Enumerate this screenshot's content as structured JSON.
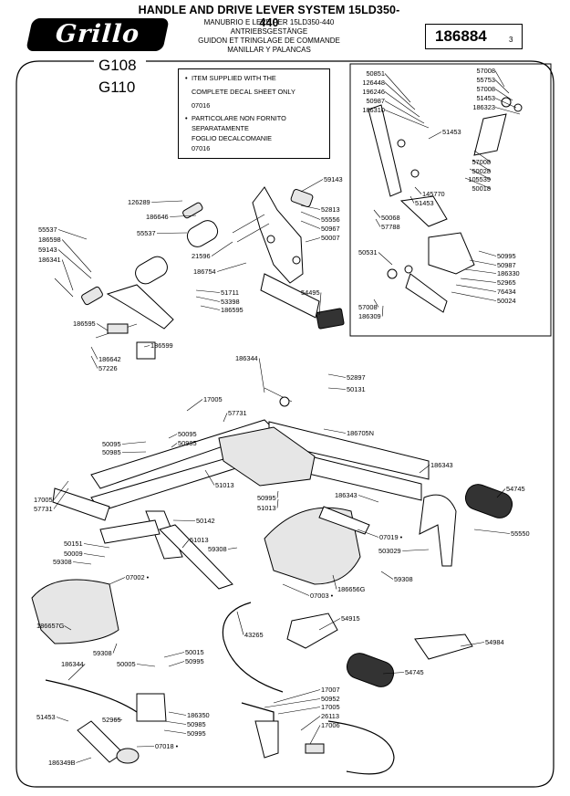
{
  "header": {
    "title": "HANDLE AND DRIVE LEVER SYSTEM 15LD350-440",
    "subtitles": [
      "MANUBRIO E LEVE PER 15LD350-440",
      "ANTRIEBSGESTÄNGE",
      "GUIDON ET TRINGLAGE DE COMMANDE",
      "MANILLAR Y PALANCAS"
    ],
    "brand": "Grillo",
    "code": "186884",
    "page": "3"
  },
  "models": [
    "G108",
    "G110"
  ],
  "notes": {
    "bullet": "•",
    "note1": [
      "ITEM SUPPLIED WITH THE",
      "COMPLETE DECAL SHEET ONLY",
      "07016"
    ],
    "note2": [
      "PARTICOLARE NON FORNITO",
      "SEPARATAMENTE",
      "FOGLIO DECALCOMANIE",
      "07016"
    ]
  },
  "labels": [
    "59143",
    "52813",
    "55556",
    "50967",
    "50007",
    "126289",
    "186646",
    "55537",
    "21596",
    "186754",
    "54495",
    "55537",
    "186598",
    "59143",
    "186341",
    "51711",
    "53398",
    "186595",
    "186595",
    "186599",
    "186642",
    "57226",
    "186344",
    "52897",
    "50131",
    "17005",
    "57731",
    "50095",
    "50985",
    "50095",
    "50985",
    "186705N",
    "186343",
    "54745",
    "17005",
    "57731",
    "51013",
    "50995",
    "51013",
    "186343",
    "07019 •",
    "55550",
    "50142",
    "503029",
    "51013",
    "50151",
    "50009",
    "59308",
    "59308",
    "59308",
    "07002 •",
    "07003 •",
    "186656G",
    "186657G",
    "59308",
    "43265",
    "54915",
    "54984",
    "50015",
    "50995",
    "50005",
    "186344",
    "54745",
    "51453",
    "52965",
    "186350",
    "50985",
    "50995",
    "07018 •",
    "186349B",
    "17007",
    "50952",
    "17005",
    "26113",
    "17006",
    "50851",
    "126448",
    "196246",
    "50987",
    "186310",
    "51453",
    "57008",
    "55753",
    "57008",
    "51453",
    "186323",
    "57008",
    "50028",
    "105539",
    "50018",
    "145770",
    "51453",
    "50068",
    "57788",
    "50531",
    "50995",
    "50987",
    "186330",
    "52965",
    "76434",
    "50024",
    "57008",
    "186309"
  ]
}
